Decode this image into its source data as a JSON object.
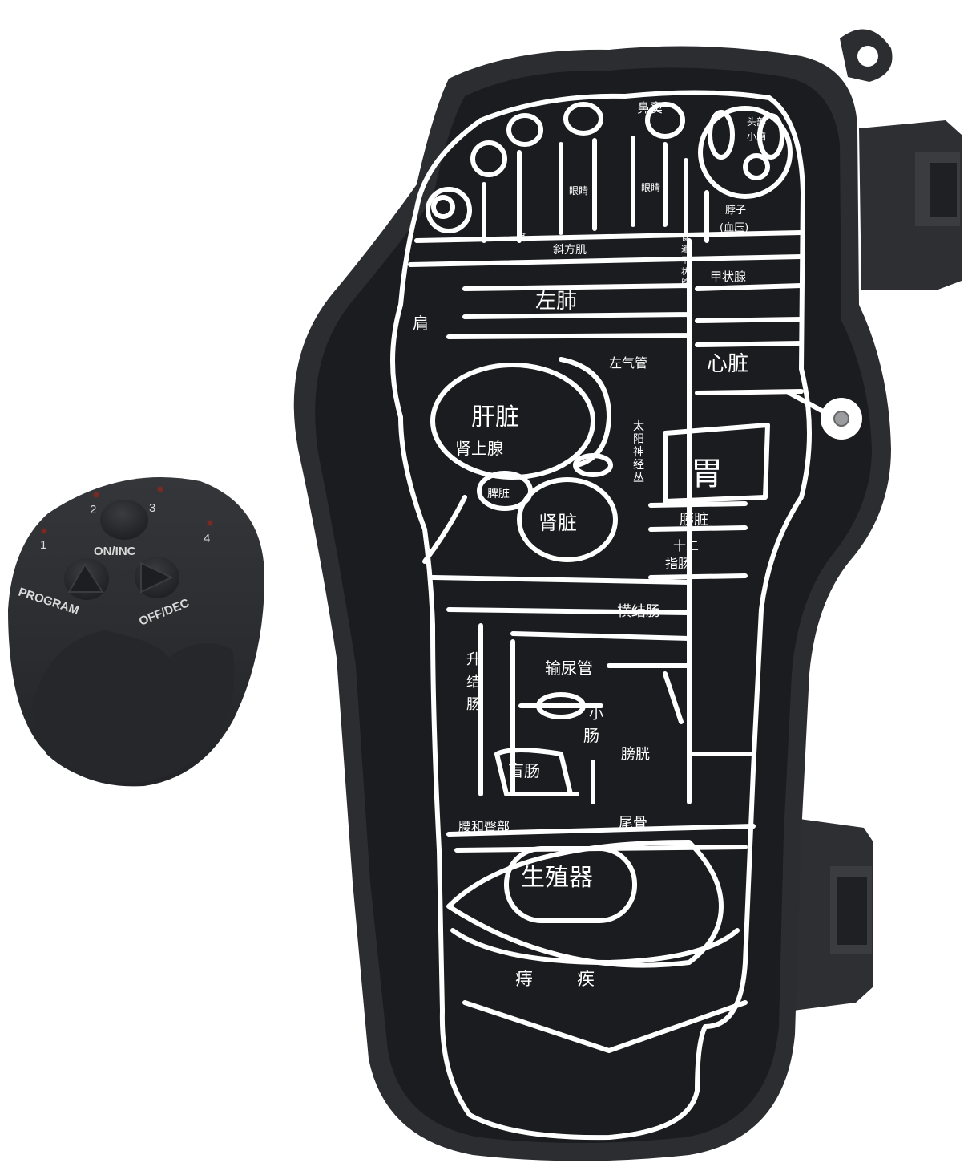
{
  "colors": {
    "background": "#ffffff",
    "device_body": "#2b2d31",
    "pad_surface": "#1b1c1f",
    "reflex_lines": "#ffffff",
    "led": "#7a2a22"
  },
  "remote": {
    "channels": [
      "1",
      "2",
      "3",
      "4"
    ],
    "on_inc_label": "ON/INC",
    "program_label": "PROGRAM",
    "off_dec_label": "OFF/DEC"
  },
  "foot_map": {
    "toe_labels": {
      "sinus": "鼻窦",
      "head_cerebellum_1": "头部",
      "head_cerebellum_2": "小脑",
      "eye_left": "眼睛",
      "eye_right": "眼睛",
      "ear": "耳",
      "neck_bp_1": "脖子",
      "neck_bp_2": "(血压)"
    },
    "zone_labels": {
      "trapezius": "斜方肌",
      "esophagus_1": "食",
      "esophagus_2": "道",
      "esophagus_3": "甲",
      "esophagus_4": "状",
      "esophagus_5": "腺",
      "left_lung": "左肺",
      "thyroid": "甲状腺",
      "shoulder": "肩",
      "left_bronchus": "左气管",
      "heart": "心脏",
      "liver": "肝脏",
      "adrenal": "肾上腺",
      "solar_1": "太",
      "solar_2": "阳",
      "solar_3": "神",
      "solar_4": "经",
      "solar_5": "丛",
      "stomach": "胃",
      "spleen": "脾脏",
      "kidney": "肾脏",
      "pancreas": "胰脏",
      "duodenum_1": "十二",
      "duodenum_2": "指肠",
      "transverse_colon": "横结肠",
      "ascending_colon_1": "升",
      "ascending_colon_2": "结",
      "ascending_colon_3": "肠",
      "ureter": "输尿管",
      "small_intestine_1": "小",
      "small_intestine_2": "肠",
      "bladder": "膀胱",
      "cecum": "盲肠",
      "lumbar_hip": "腰和臀部",
      "coccyx": "尾骨",
      "genitals": "生殖器",
      "hemorrhoid_1": "痔",
      "hemorrhoid_2": "疾"
    }
  }
}
